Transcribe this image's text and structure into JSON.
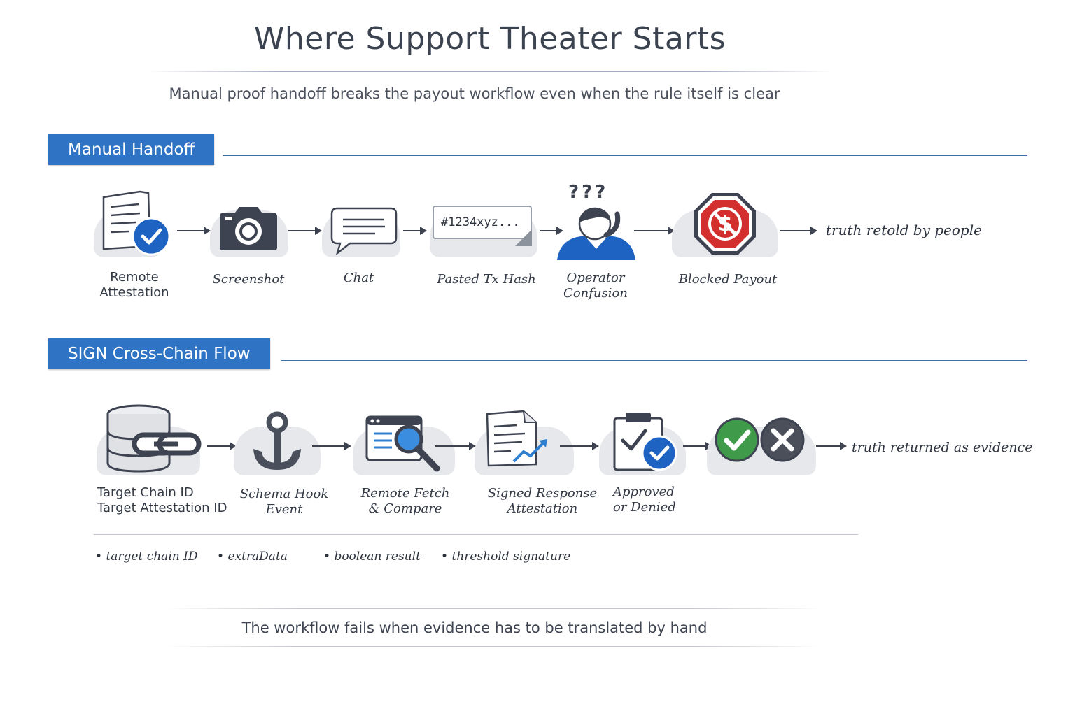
{
  "title": "Where Support Theater Starts",
  "subtitle": "Manual proof handoff breaks the payout workflow even when the rule itself is clear",
  "manual": {
    "heading": "Manual Handoff",
    "steps": [
      {
        "label": "Remote\nAttestation",
        "icon": "document-check-icon"
      },
      {
        "label": "Screenshot",
        "icon": "camera-icon"
      },
      {
        "label": "Chat",
        "icon": "chat-bubble-icon"
      },
      {
        "label": "Pasted Tx Hash",
        "icon": "hash-note-icon",
        "hash_text": "#1234xyz..."
      },
      {
        "label": "Operator\nConfusion",
        "icon": "confused-operator-icon",
        "marks": "???"
      },
      {
        "label": "Blocked Payout",
        "icon": "stop-dollar-icon"
      }
    ],
    "outcome": "truth retold by people"
  },
  "sign": {
    "heading": "SIGN Cross-Chain Flow",
    "steps": [
      {
        "label": "Target Chain ID\nTarget Attestation ID",
        "icon": "database-link-icon"
      },
      {
        "label": "Schema Hook Event",
        "icon": "anchor-icon"
      },
      {
        "label": "Remote Fetch\n& Compare",
        "icon": "browser-search-icon"
      },
      {
        "label": "Signed Response\nAttestation",
        "icon": "signed-document-chart-icon"
      },
      {
        "label": "Approved\nor Denied",
        "icon": "clipboard-check-icon"
      },
      {
        "label": "",
        "icon": "approve-deny-icon"
      }
    ],
    "outcome": "truth returned as evidence",
    "bullets": [
      "target chain ID",
      "extraData",
      "boolean result",
      "threshold signature"
    ]
  },
  "footer": "The workflow fails when evidence has to be translated by hand",
  "colors": {
    "accent": "#2f73c4",
    "check_blue": "#1e63c2",
    "stop_red": "#d32f2f",
    "approve_green": "#3f9b4a",
    "deny_gray": "#4a4f5a"
  }
}
